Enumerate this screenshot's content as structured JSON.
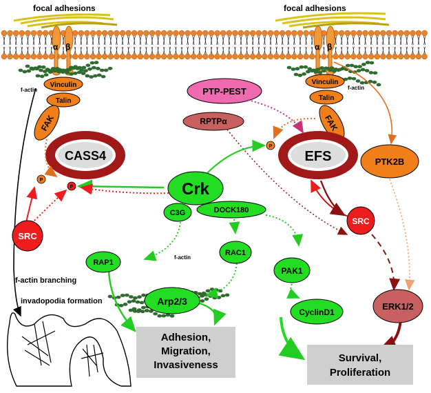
{
  "labels": {
    "focal_adhesions_left": "focal adhesions",
    "focal_adhesions_right": "focal adhesions",
    "alpha": "α",
    "beta": "β",
    "f_actin": "f-actin",
    "vinculin": "Vinculin",
    "talin": "Talin",
    "fak": "FAK",
    "cass4": "CASS4",
    "efs": "EFS",
    "src": "SRC",
    "p": "P",
    "crk": "Crk",
    "c3g": "C3G",
    "dock180": "DOCK180",
    "rap1": "RAP1",
    "rac1": "RAC1",
    "pak1": "PAK1",
    "cyclind1": "CyclinD1",
    "arp23": "Arp2/3",
    "ptp_pest": "PTP-PEST",
    "rptpa": "RPTPα",
    "ptk2b": "PTK2B",
    "erk12": "ERK1/2",
    "f_actin_branching": "f-actin branching",
    "invadopodia_formation": "invadopodia formation",
    "adhesion_box": [
      "Adhesion,",
      "Migration,",
      "Invasiveness"
    ],
    "survival_box": [
      "Survival,",
      "Proliferation"
    ]
  },
  "colors": {
    "membrane_head": "#e8822c",
    "integrin": "#f29a3a",
    "talin": "#f07f1a",
    "scaffold_ring": "#a01818",
    "green": "#22dd22",
    "red": "#ee1c1c",
    "actin": "#2e6b2e",
    "box_gray": "#cfcfcf"
  }
}
